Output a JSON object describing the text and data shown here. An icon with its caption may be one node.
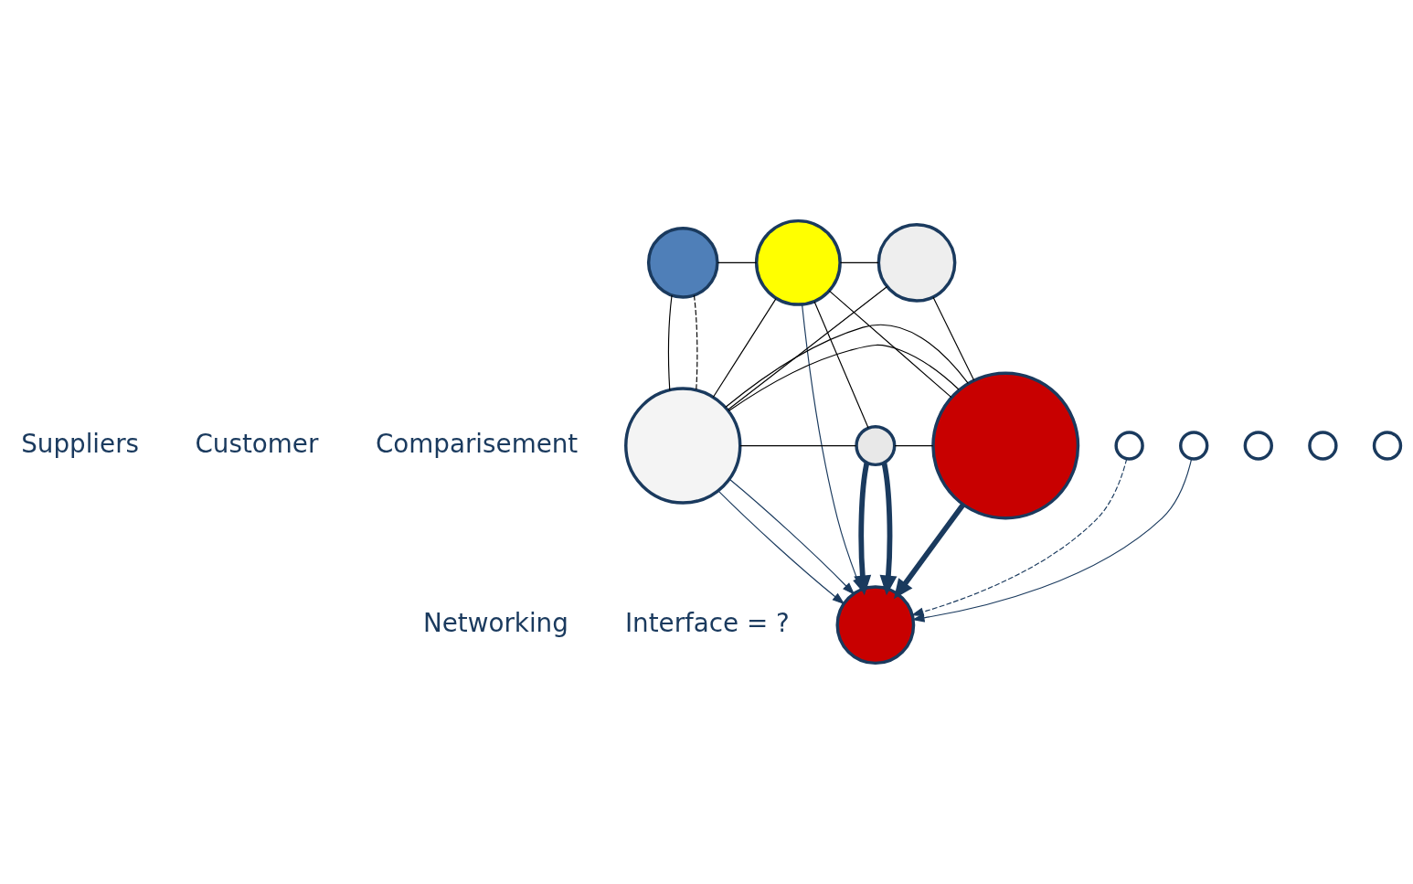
{
  "diagram": {
    "nodes": [
      {
        "text": [],
        "shape": "circle"
      },
      {
        "text": [],
        "shape": "circle"
      },
      {
        "text": [],
        "shape": "circle"
      },
      {
        "text": [],
        "shape": "circle"
      },
      {
        "text": [],
        "shape": "circle"
      },
      {
        "text": [],
        "shape": "circle"
      },
      {
        "text": [],
        "shape": "circle"
      },
      {
        "text": [],
        "shape": "circle"
      },
      {
        "text": [],
        "shape": "circle"
      },
      {
        "text": [],
        "shape": "circle"
      },
      {
        "text": [],
        "shape": "circle"
      },
      {
        "text": [],
        "shape": "circle"
      }
    ],
    "edges": [
      {
        "from": 0,
        "to": 1,
        "arrow": "none"
      },
      {
        "from": 0,
        "to": 4,
        "arrow": "none"
      },
      {
        "from": 0,
        "to": 4,
        "arrow": "none",
        "style": "dashed"
      },
      {
        "from": 1,
        "to": 2,
        "arrow": "none"
      },
      {
        "from": 1,
        "to": 4,
        "arrow": "none"
      },
      {
        "from": 1,
        "to": 5,
        "arrow": "none"
      },
      {
        "from": 1,
        "to": 3,
        "arrow": "none"
      },
      {
        "from": 2,
        "to": 4,
        "arrow": "none"
      },
      {
        "from": 2,
        "to": 3,
        "arrow": "none"
      },
      {
        "from": 4,
        "to": 3,
        "arrow": "none"
      },
      {
        "from": 4,
        "to": 5,
        "arrow": "none"
      },
      {
        "from": 5,
        "to": 3,
        "arrow": "none"
      },
      {
        "from": 4,
        "to": 3,
        "arrow": "none"
      },
      {
        "from": 4,
        "to": 6,
        "arrow": "to",
        "color": "#1a3a5e"
      },
      {
        "from": 4,
        "to": 6,
        "arrow": "to",
        "color": "#1a3a5e"
      },
      {
        "from": 1,
        "to": 6,
        "arrow": "to",
        "color": "#1a3a5e"
      },
      {
        "from": 5,
        "to": 6,
        "arrow": "to",
        "style": "thick",
        "color": "#1a3a5e"
      },
      {
        "from": 5,
        "to": 6,
        "arrow": "to",
        "style": "thick",
        "color": "#1a3a5e"
      },
      {
        "from": 3,
        "to": 6,
        "arrow": "to",
        "style": "thick",
        "color": "#1a3a5e"
      },
      {
        "from": 7,
        "to": 6,
        "arrow": "to",
        "style": "dashed",
        "color": "#1a3a5e"
      },
      {
        "from": 9,
        "to": 6,
        "arrow": "to",
        "color": "#1a3a5e"
      }
    ],
    "labels": [
      "Suppliers",
      "Networking",
      "Interface = ?",
      "Customer",
      "Comparisement"
    ]
  }
}
